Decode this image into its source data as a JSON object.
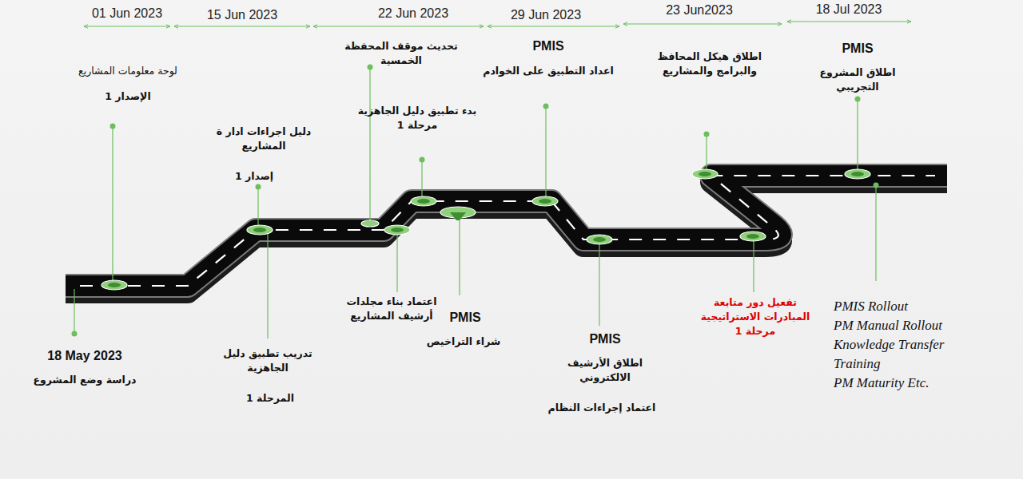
{
  "diagram": {
    "labels": [
      "01 Jun 2023",
      "15 Jun 2023",
      "22 Jun 2023",
      "29 Jun 2023",
      "23 Jun2023",
      "18 Jul 2023",
      "لوحة معلومات المشاريع",
      "الإصدار 1",
      "دليل اجراءات ادار ة المشاريع",
      "إصدار 1",
      "تحديث موقف المحفظة الخمسية",
      "بدء تطبيق دليل الجاهزية مرحلة 1",
      "PMIS",
      "اعداد التطبيق على الخوادم",
      "اطلاق هيكل المحافظ والبرامج والمشاريع",
      "PMIS",
      "اطلاق المشروع التجريبي",
      "18 May 2023",
      "دراسة وضع المشروع",
      "تدريب تطبيق دليل الجاهزية",
      "المرحلة 1",
      "اعتماد بناء مجلدات أرشيف المشاريع",
      "PMIS",
      "شراء التراخيص",
      "PMIS",
      "اطلاق الأرشيف الالكتروني",
      "اعتماد إجراءات النظام",
      "تفعيل دور متابعة المبادرات الاستراتيجية مرحلة 1",
      "PMIS Rollout",
      "PM Manual Rollout",
      "Knowledge Transfer Training",
      "PM Maturity Etc."
    ]
  }
}
